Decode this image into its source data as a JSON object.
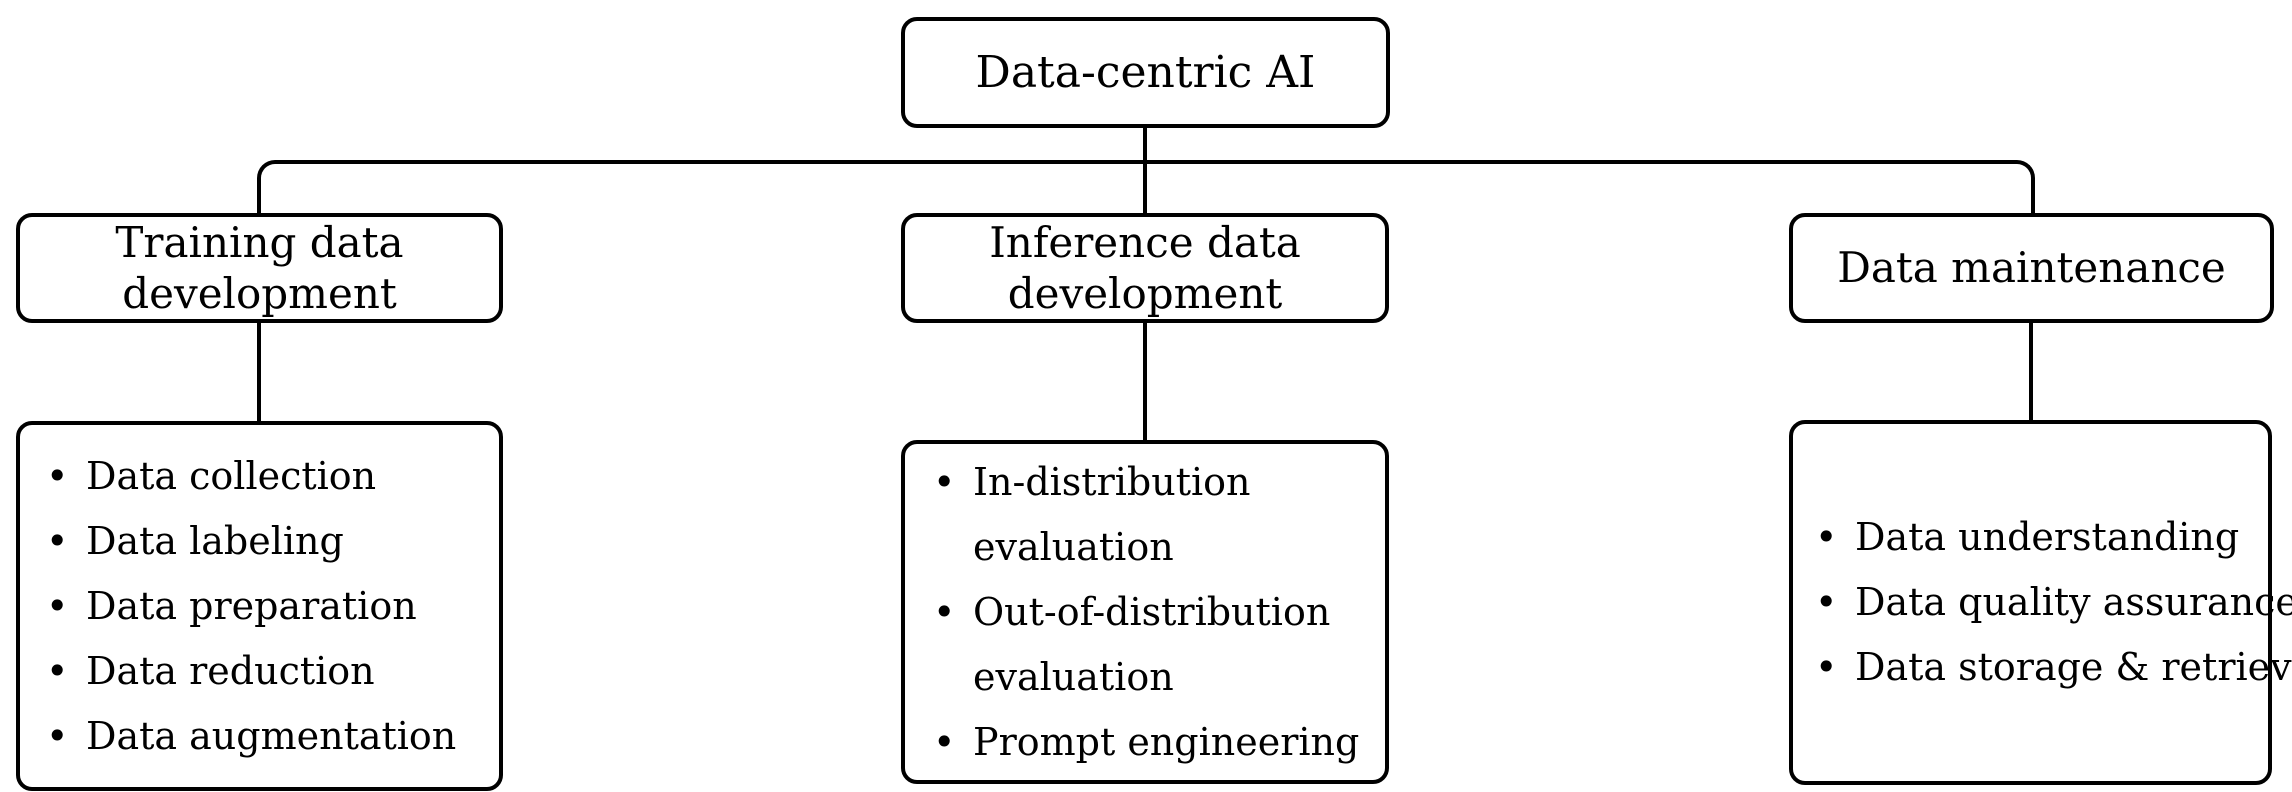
{
  "root": {
    "label": "Data-centric AI"
  },
  "branches": [
    {
      "title": "Training data development",
      "items": [
        "Data collection",
        "Data labeling",
        "Data preparation",
        "Data reduction",
        "Data augmentation"
      ]
    },
    {
      "title": "Inference data development",
      "items": [
        "In-distribution evaluation",
        "Out-of-distribution evaluation",
        "Prompt engineering"
      ]
    },
    {
      "title": "Data maintenance",
      "items": [
        "Data understanding",
        "Data quality assurance",
        "Data storage & retrieval"
      ]
    }
  ],
  "glyphs": {
    "bullet": "•"
  },
  "colors": {
    "stroke": "#000000",
    "background": "#ffffff",
    "text": "#000000"
  }
}
